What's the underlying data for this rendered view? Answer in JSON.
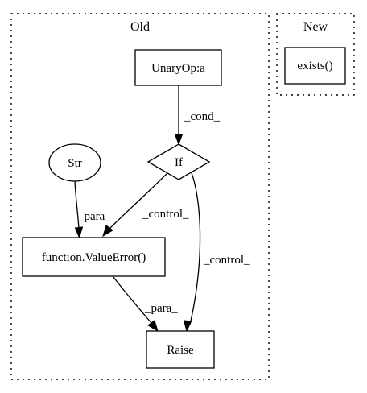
{
  "clusters": {
    "old": {
      "label": "Old"
    },
    "new": {
      "label": "New"
    }
  },
  "nodes": {
    "unaryop": {
      "label": "UnaryOp:a",
      "shape": "box"
    },
    "if_node": {
      "label": "If",
      "shape": "diamond"
    },
    "str_node": {
      "label": "Str",
      "shape": "ellipse"
    },
    "valueerror": {
      "label": "function.ValueError()",
      "shape": "box"
    },
    "raise": {
      "label": "Raise",
      "shape": "box"
    },
    "exists": {
      "label": "exists()",
      "shape": "box"
    }
  },
  "edges": {
    "unaryop_to_if": {
      "from": "UnaryOp:a",
      "to": "If",
      "label": "_cond_"
    },
    "str_to_valueerror": {
      "from": "Str",
      "to": "function.ValueError()",
      "label": "_para_"
    },
    "if_to_valueerror": {
      "from": "If",
      "to": "function.ValueError()",
      "label": "_control_"
    },
    "if_to_raise": {
      "from": "If",
      "to": "Raise",
      "label": "_control_"
    },
    "valueerror_to_raise": {
      "from": "function.ValueError()",
      "to": "Raise",
      "label": "_para_"
    }
  }
}
